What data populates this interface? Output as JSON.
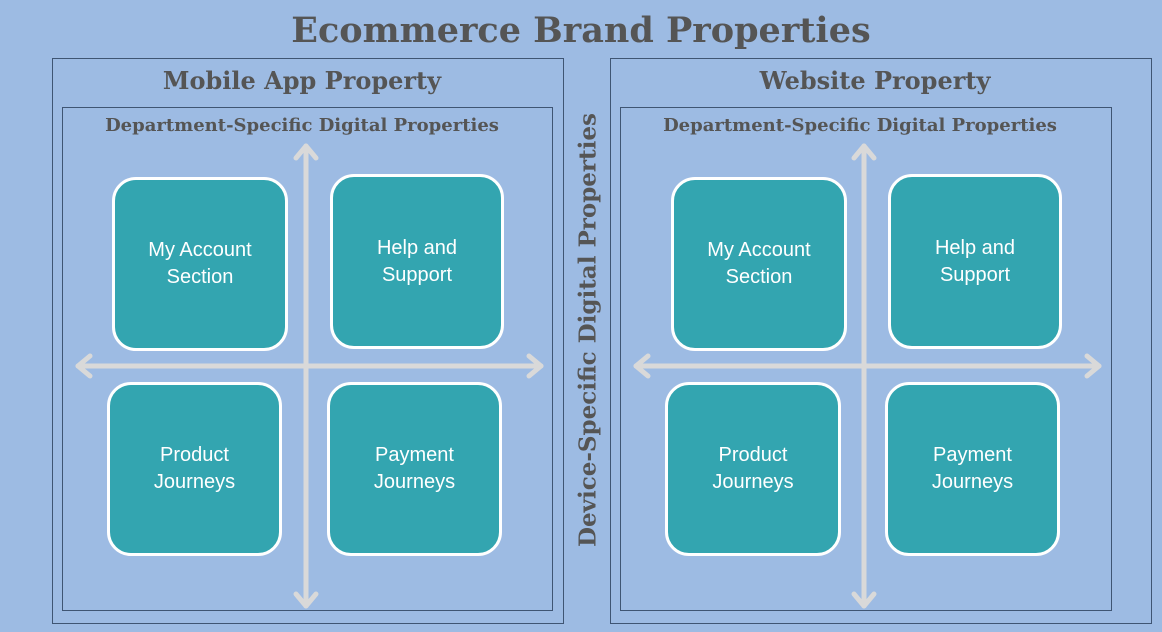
{
  "title": "Ecommerce Brand Properties",
  "axis_label": "Device-Specific Digital Properties",
  "properties": [
    {
      "title": "Mobile App Property",
      "subtitle": "Department-Specific Digital Properties",
      "cards": [
        "My Account\nSection",
        "Help and\nSupport",
        "Product\nJourneys",
        "Payment\nJourneys"
      ]
    },
    {
      "title": "Website Property",
      "subtitle": "Department-Specific Digital Properties",
      "cards": [
        "My Account\nSection",
        "Help and\nSupport",
        "Product\nJourneys",
        "Payment\nJourneys"
      ]
    }
  ],
  "colors": {
    "background": "#9dbbe3",
    "card": "#33a5b0",
    "text": "#555555",
    "arrow": "#d9d9d9"
  }
}
